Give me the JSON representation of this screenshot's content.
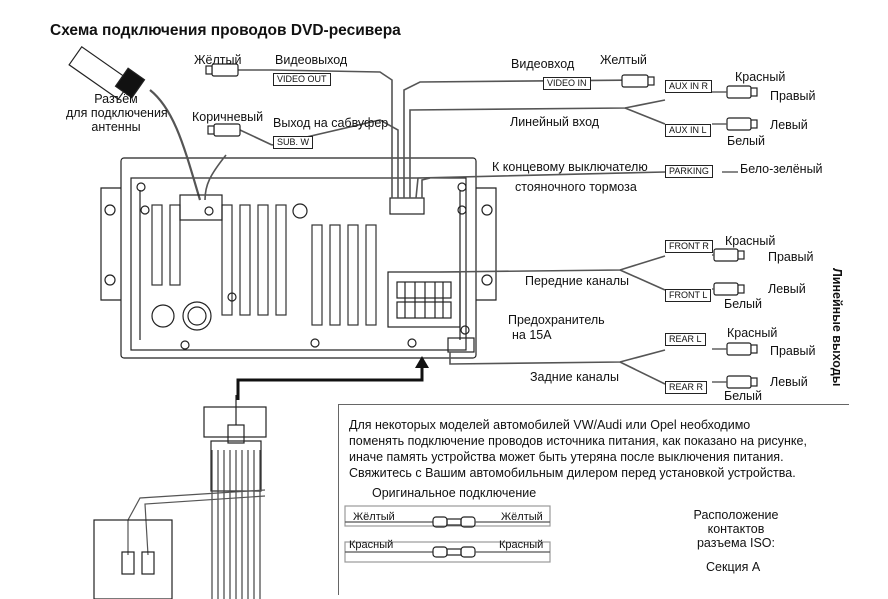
{
  "title": "Схема подключения проводов DVD-ресивера",
  "antenna": {
    "label_lines": [
      "Разъём",
      "для подключения",
      "антенны"
    ]
  },
  "video_out": {
    "color": "Жёлтый",
    "label": "Видеовыход",
    "tag": "VIDEO OUT"
  },
  "subwoofer": {
    "color": "Коричневый",
    "label": "Выход на сабвуфер",
    "tag": "SUB. W"
  },
  "video_in": {
    "label": "Видеовход",
    "color": "Желтый",
    "tag": "VIDEO IN"
  },
  "aux": {
    "label": "Линейный вход",
    "tag_r": "AUX IN R",
    "tag_l": "AUX IN L",
    "color_r": "Красный",
    "side_r": "Правый",
    "color_l": "Белый",
    "side_l": "Левый"
  },
  "parking": {
    "label_line1": "К концевому выключателю",
    "label_line2": "стояночного тормоза",
    "tag": "PARKING",
    "color": "Бело-зелёный"
  },
  "front": {
    "label": "Передние каналы",
    "tag_r": "FRONT R",
    "tag_l": "FRONT L",
    "color_r": "Красный",
    "side_r": "Правый",
    "color_l": "Белый",
    "side_l": "Левый"
  },
  "fuse": {
    "line1": "Предохранитель",
    "line2": "на 15A"
  },
  "rear": {
    "label": "Задние каналы",
    "tag_top": "REAR L",
    "tag_bottom": "REAR R",
    "color_top": "Красный",
    "side_top": "Правый",
    "color_bottom": "Белый",
    "side_bottom": "Левый"
  },
  "line_outputs": "Линейные выходы",
  "note": {
    "lines": [
      "Для некоторых моделей автомобилей VW/Audi или Opel необходимо",
      "поменять подключение проводов источника питания, как показано на рисунке,",
      "иначе память устройства может быть утеряна после выключения питания.",
      "Свяжитесь с Вашим автомобильным дилером перед установкой устройства."
    ],
    "original": "Оригинальное подключение",
    "wire1_left": "Жёлтый",
    "wire1_right": "Жёлтый",
    "wire2_left": "Красный",
    "wire2_right": "Красный",
    "iso_lines": [
      "Расположение",
      "контактов",
      "разъема ISO:"
    ],
    "section": "Секция А"
  }
}
